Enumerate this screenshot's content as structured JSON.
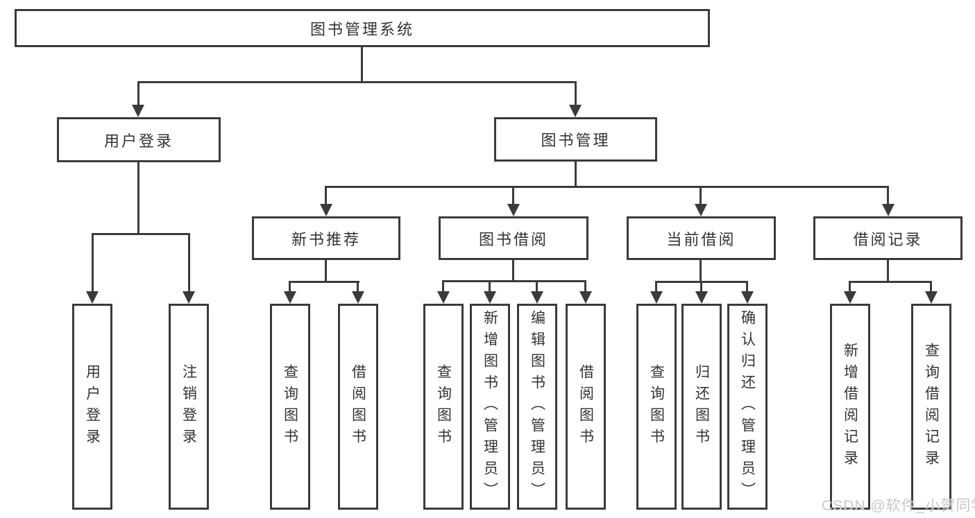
{
  "nodes": {
    "root": {
      "label": "图书管理系统"
    },
    "user_login": {
      "label": "用户登录"
    },
    "book_mgmt": {
      "label": "图书管理"
    },
    "new_book_rec": {
      "label": "新书推荐"
    },
    "book_borrow": {
      "label": "图书借阅"
    },
    "current_borrow": {
      "label": "当前借阅"
    },
    "borrow_record": {
      "label": "借阅记录"
    },
    "ul_user_login": {
      "label": "用户登录"
    },
    "ul_logout": {
      "label": "注销登录"
    },
    "nb_query_book": {
      "label": "查询图书"
    },
    "nb_borrow_book": {
      "label": "借阅图书"
    },
    "bb_query_book": {
      "label": "查询图书"
    },
    "bb_add_book": {
      "label": "新增图书（管理员）"
    },
    "bb_edit_book": {
      "label": "编辑图书（管理员）"
    },
    "bb_borrow_book": {
      "label": "借阅图书"
    },
    "cb_query_book": {
      "label": "查询图书"
    },
    "cb_return_book": {
      "label": "归还图书"
    },
    "cb_confirm_return": {
      "label": "确认归还（管理员）"
    },
    "br_add_record": {
      "label": "新增借阅记录"
    },
    "br_query_record": {
      "label": "查询借阅记录"
    }
  },
  "watermark": {
    "text": "CSDN @软件_小贺同学"
  },
  "colors": {
    "line": "#3b3b3b",
    "box_border": "#3b3b3b",
    "text": "#333333",
    "background": "#ffffff",
    "watermark": "#c8c8c8"
  }
}
